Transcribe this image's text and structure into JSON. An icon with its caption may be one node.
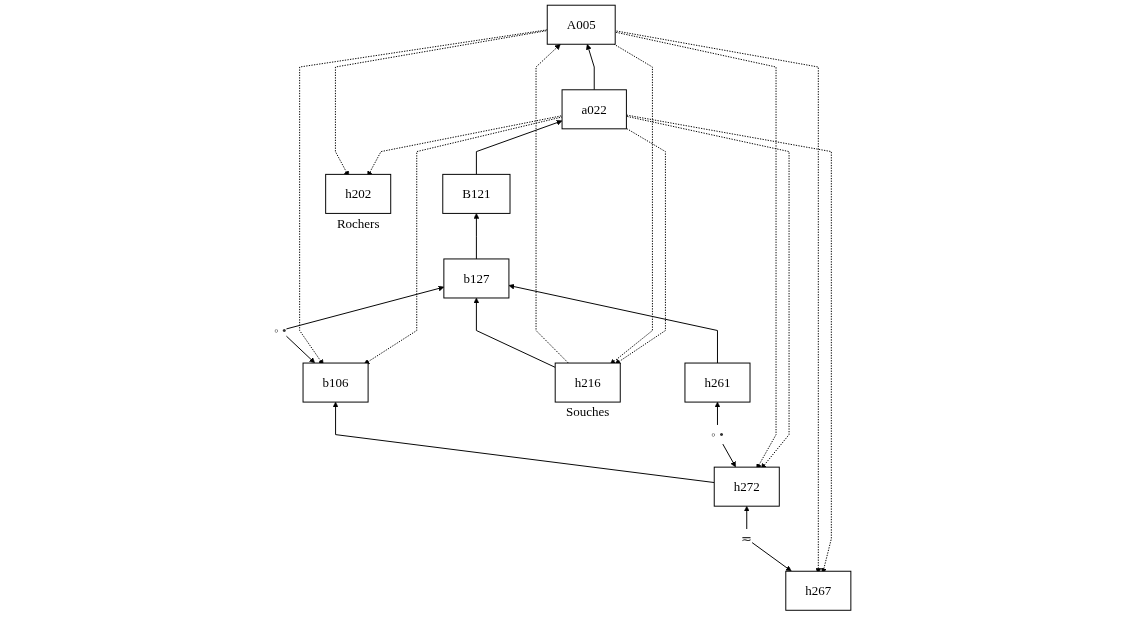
{
  "diagram": {
    "nodes": [
      {
        "text": [
          "A005"
        ]
      },
      {
        "text": [
          "a022"
        ]
      },
      {
        "text": [
          "B121"
        ]
      },
      {
        "text": [
          "b127"
        ]
      },
      {
        "text": [
          "b106"
        ]
      },
      {
        "text": [
          "h202"
        ],
        "beside": [
          "Rochers"
        ]
      },
      {
        "text": [
          "h216"
        ],
        "beside": [
          "Souches"
        ]
      },
      {
        "text": [
          "h261"
        ]
      },
      {
        "text": [
          "h272"
        ]
      },
      {
        "text": [
          "h267"
        ]
      }
    ],
    "edges": [
      {
        "from": 1,
        "to": 0,
        "arrow": "to"
      },
      {
        "from": 2,
        "to": 1,
        "arrow": "to"
      },
      {
        "from": 3,
        "to": 2,
        "arrow": "to"
      },
      {
        "from": 7,
        "to": 3,
        "arrow": "to"
      },
      {
        "from": 8,
        "to": 4,
        "arrow": "to"
      },
      {
        "from": 6,
        "to": 3,
        "arrow": "to"
      },
      {
        "from": 6,
        "to": 0,
        "arrow": "to",
        "style": "dashed"
      },
      {
        "from": 3,
        "to": 4,
        "arrow": "both",
        "label": "◦ •"
      },
      {
        "from": 7,
        "to": 8,
        "arrow": "both",
        "label": "◦ •"
      },
      {
        "from": 8,
        "to": 9,
        "arrow": "both",
        "label": "≂"
      },
      {
        "from": 0,
        "to": 6,
        "arrow": "to",
        "style": "dashed"
      },
      {
        "from": 1,
        "to": 6,
        "arrow": "to",
        "style": "dashed"
      },
      {
        "from": 0,
        "to": 5,
        "arrow": "to",
        "style": "dashed"
      },
      {
        "from": 1,
        "to": 5,
        "arrow": "to",
        "style": "dashed"
      },
      {
        "from": 0,
        "to": 4,
        "arrow": "to",
        "style": "dashed"
      },
      {
        "from": 1,
        "to": 4,
        "arrow": "to",
        "style": "dashed"
      },
      {
        "from": 0,
        "to": 8,
        "arrow": "to",
        "style": "dashed"
      },
      {
        "from": 1,
        "to": 8,
        "arrow": "to",
        "style": "dashed"
      },
      {
        "from": 0,
        "to": 9,
        "arrow": "to",
        "style": "dashed"
      },
      {
        "from": 1,
        "to": 9,
        "arrow": "to",
        "style": "dashed"
      }
    ]
  }
}
